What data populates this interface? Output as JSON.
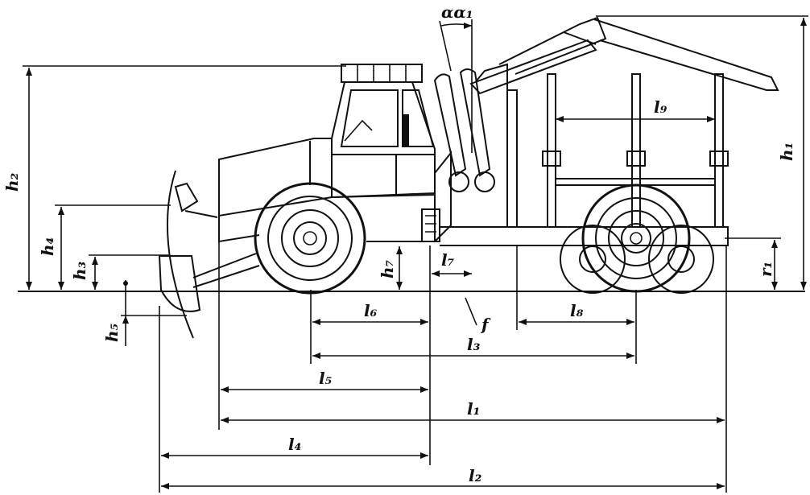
{
  "labels": {
    "alpha": "αα₁",
    "h1": "h₁",
    "h2": "h₂",
    "h3": "h₃",
    "h4": "h₄",
    "h5": "h₅",
    "h7": "h₇",
    "r1": "r₁",
    "l1": "l₁",
    "l2": "l₂",
    "l3": "l₃",
    "l4": "l₄",
    "l5": "l₅",
    "l6": "l₆",
    "l7": "l₇",
    "l8": "l₈",
    "l9": "l₉",
    "f": "f"
  },
  "colors": {
    "line": "#111111",
    "background": "#ffffff"
  }
}
